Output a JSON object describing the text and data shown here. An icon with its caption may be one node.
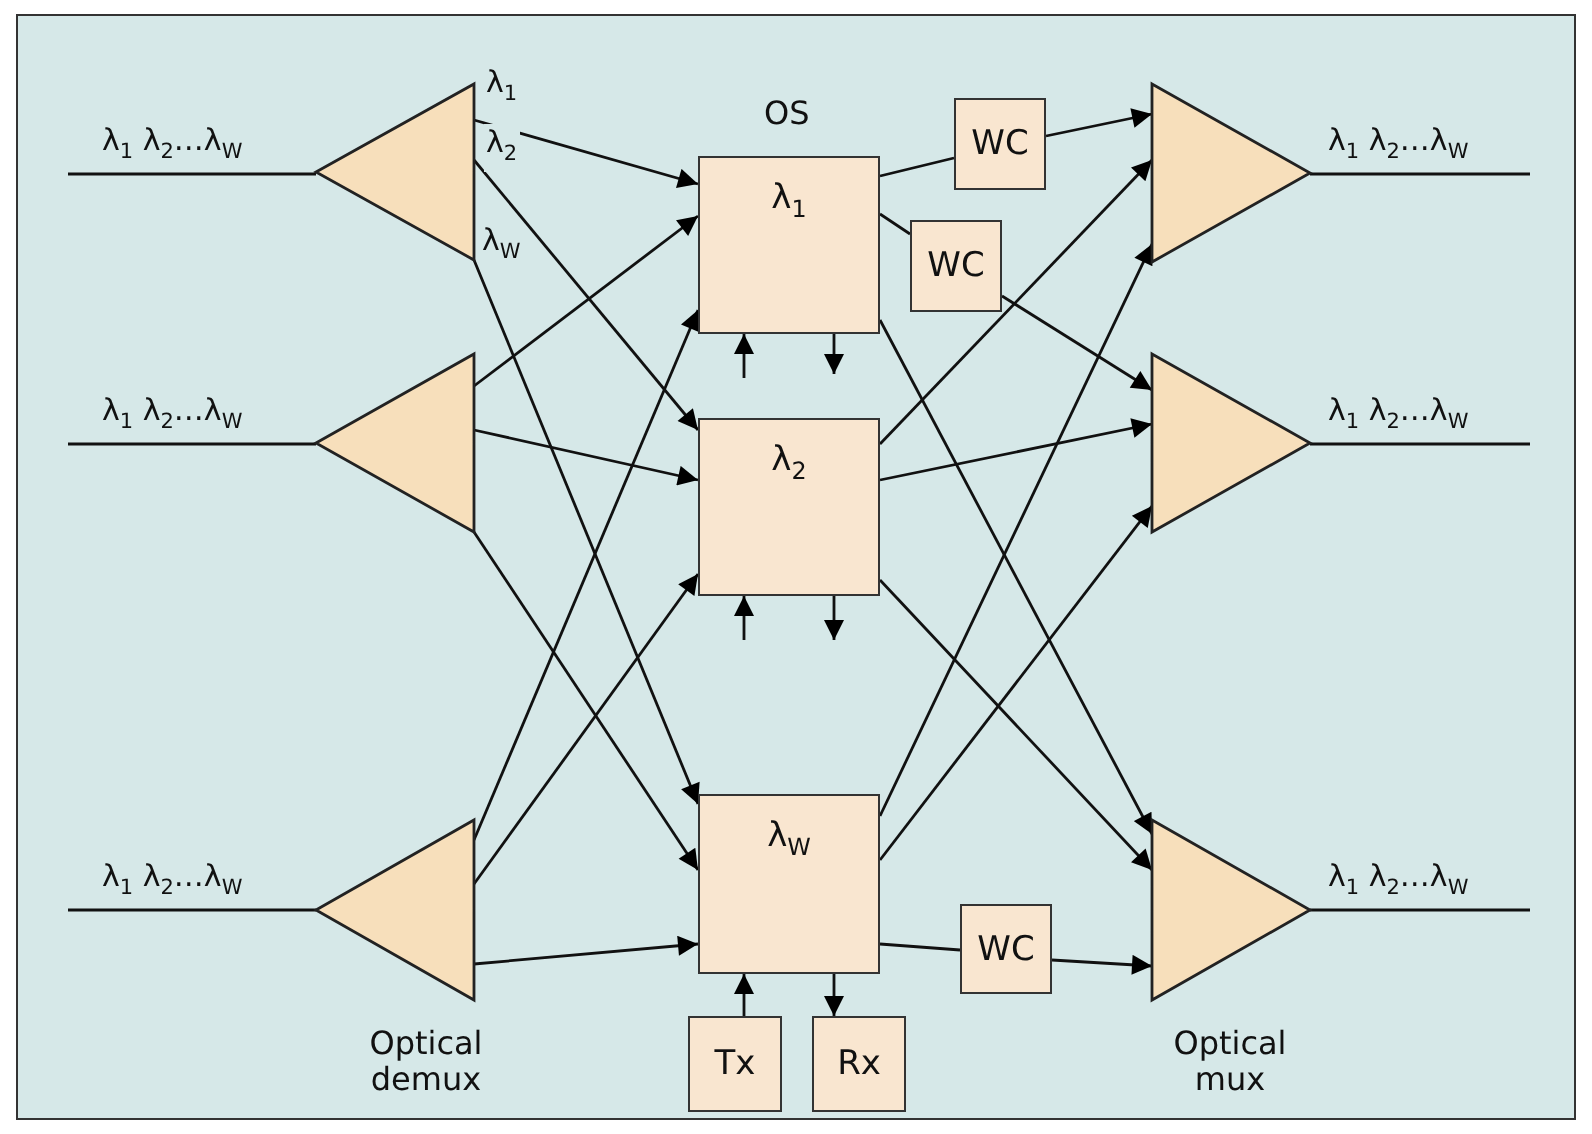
{
  "diagram": {
    "nodes": [
      {
        "text": [],
        "shape": "triangle"
      },
      {
        "text": [],
        "shape": "triangle"
      },
      {
        "text": [],
        "shape": "triangle",
        "beside": [
          "Optical demux"
        ]
      },
      {
        "text": [
          "λ$_{1}$"
        ]
      },
      {
        "text": [
          "λ$_{2}$"
        ]
      },
      {
        "text": [
          "λ$_{W}$"
        ]
      },
      {
        "text": [
          "WC"
        ]
      },
      {
        "text": [
          "WC"
        ]
      },
      {
        "text": [
          "WC"
        ]
      },
      {
        "text": [
          "Tx"
        ]
      },
      {
        "text": [
          "Rx"
        ]
      },
      {
        "text": [],
        "shape": "triangle"
      },
      {
        "text": [],
        "shape": "triangle"
      },
      {
        "text": [],
        "shape": "triangle",
        "beside": [
          "Optical mux"
        ]
      }
    ],
    "edges": [
      {
        "from": null,
        "to": 0,
        "arrow": "none",
        "label": "λ$_{1}$ λ$_{2}$…λ$_{W}$"
      },
      {
        "from": null,
        "to": 1,
        "arrow": "none",
        "label": "λ$_{1}$ λ$_{2}$…λ$_{W}$"
      },
      {
        "from": null,
        "to": 2,
        "arrow": "none",
        "label": "λ$_{1}$ λ$_{2}$…λ$_{W}$"
      },
      {
        "from": 0,
        "to": 3,
        "arrow": "to",
        "label": "λ$_{1}$"
      },
      {
        "from": 0,
        "to": 4,
        "arrow": "to",
        "label": "λ$_{2}$"
      },
      {
        "from": 0,
        "to": 5,
        "arrow": "to",
        "label": "λ$_{W}$"
      },
      {
        "from": 1,
        "to": 3,
        "arrow": "to"
      },
      {
        "from": 1,
        "to": 4,
        "arrow": "to"
      },
      {
        "from": 1,
        "to": 5,
        "arrow": "to"
      },
      {
        "from": 2,
        "to": 3,
        "arrow": "to"
      },
      {
        "from": 2,
        "to": 4,
        "arrow": "to"
      },
      {
        "from": 2,
        "to": 5,
        "arrow": "to"
      },
      {
        "from": 3,
        "to": 6,
        "arrow": "none"
      },
      {
        "from": 6,
        "to": 11,
        "arrow": "to"
      },
      {
        "from": 3,
        "to": 7,
        "arrow": "none"
      },
      {
        "from": 7,
        "to": 12,
        "arrow": "to"
      },
      {
        "from": 3,
        "to": 13,
        "arrow": "to"
      },
      {
        "from": 4,
        "to": 11,
        "arrow": "to"
      },
      {
        "from": 4,
        "to": 12,
        "arrow": "to"
      },
      {
        "from": 4,
        "to": 13,
        "arrow": "to"
      },
      {
        "from": 5,
        "to": 11,
        "arrow": "to"
      },
      {
        "from": 5,
        "to": 12,
        "arrow": "to"
      },
      {
        "from": 5,
        "to": 8,
        "arrow": "none"
      },
      {
        "from": 8,
        "to": 13,
        "arrow": "to"
      },
      {
        "from": null,
        "to": 3,
        "arrow": "to"
      },
      {
        "from": 3,
        "to": null,
        "arrow": "to"
      },
      {
        "from": null,
        "to": 4,
        "arrow": "to"
      },
      {
        "from": 4,
        "to": null,
        "arrow": "to"
      },
      {
        "from": 9,
        "to": 5,
        "arrow": "to"
      },
      {
        "from": 5,
        "to": 10,
        "arrow": "to"
      },
      {
        "from": 11,
        "to": null,
        "arrow": "none",
        "label": "λ$_{1}$ λ$_{2}$…λ$_{W}$"
      },
      {
        "from": 12,
        "to": null,
        "arrow": "none",
        "label": "λ$_{1}$ λ$_{2}$…λ$_{W}$"
      },
      {
        "from": 13,
        "to": null,
        "arrow": "none",
        "label": "λ$_{1}$ λ$_{2}$…λ$_{W}$"
      }
    ],
    "labels": [
      "OS"
    ]
  }
}
